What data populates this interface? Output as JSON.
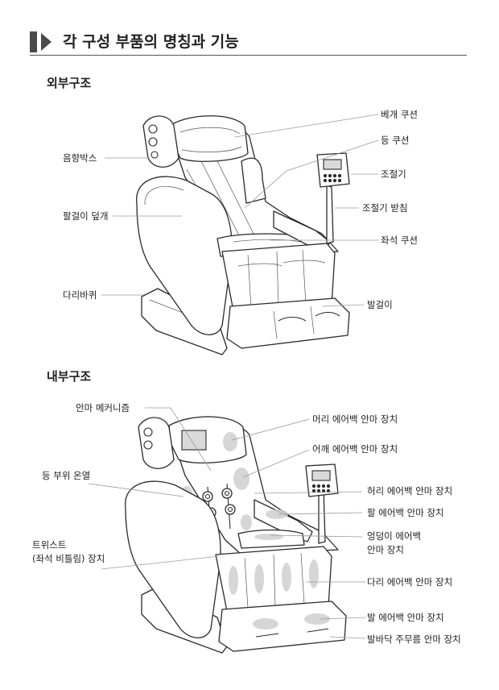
{
  "page_title": "각 구성 부품의 명칭과 기능",
  "exterior": {
    "section_title": "외부구조",
    "labels": {
      "back_cushion": "베개 쿠션",
      "back": "등 쿠션",
      "speaker": "음향박스",
      "controller": "조절기",
      "arm_cover": "팔걸이 덮개",
      "controller_stand": "조절기 받침",
      "seat_cushion": "좌석 쿠션",
      "wheel": "다리바퀴",
      "footrest": "발걸이"
    }
  },
  "interior": {
    "section_title": "내부구조",
    "labels": {
      "mechanism": "안마 메커니즘",
      "head_air": "머리 에어백 안마 장치",
      "shoulder_air": "어깨 에어백 안마 장치",
      "back_heat": "등 부위 온열",
      "waist_air": "허리 에어백 안마 장치",
      "arm_air": "팔 에어백 안마 장치",
      "hip_air": "엉덩이 에어백\n안마 장치",
      "twist": "트위스트\n(좌석 비틀림) 장치",
      "leg_air": "다리 에어백 안마 장치",
      "foot_air": "발 에어백 안마 장치",
      "sole_roller": "발바닥 주무름 안마 장치"
    }
  }
}
